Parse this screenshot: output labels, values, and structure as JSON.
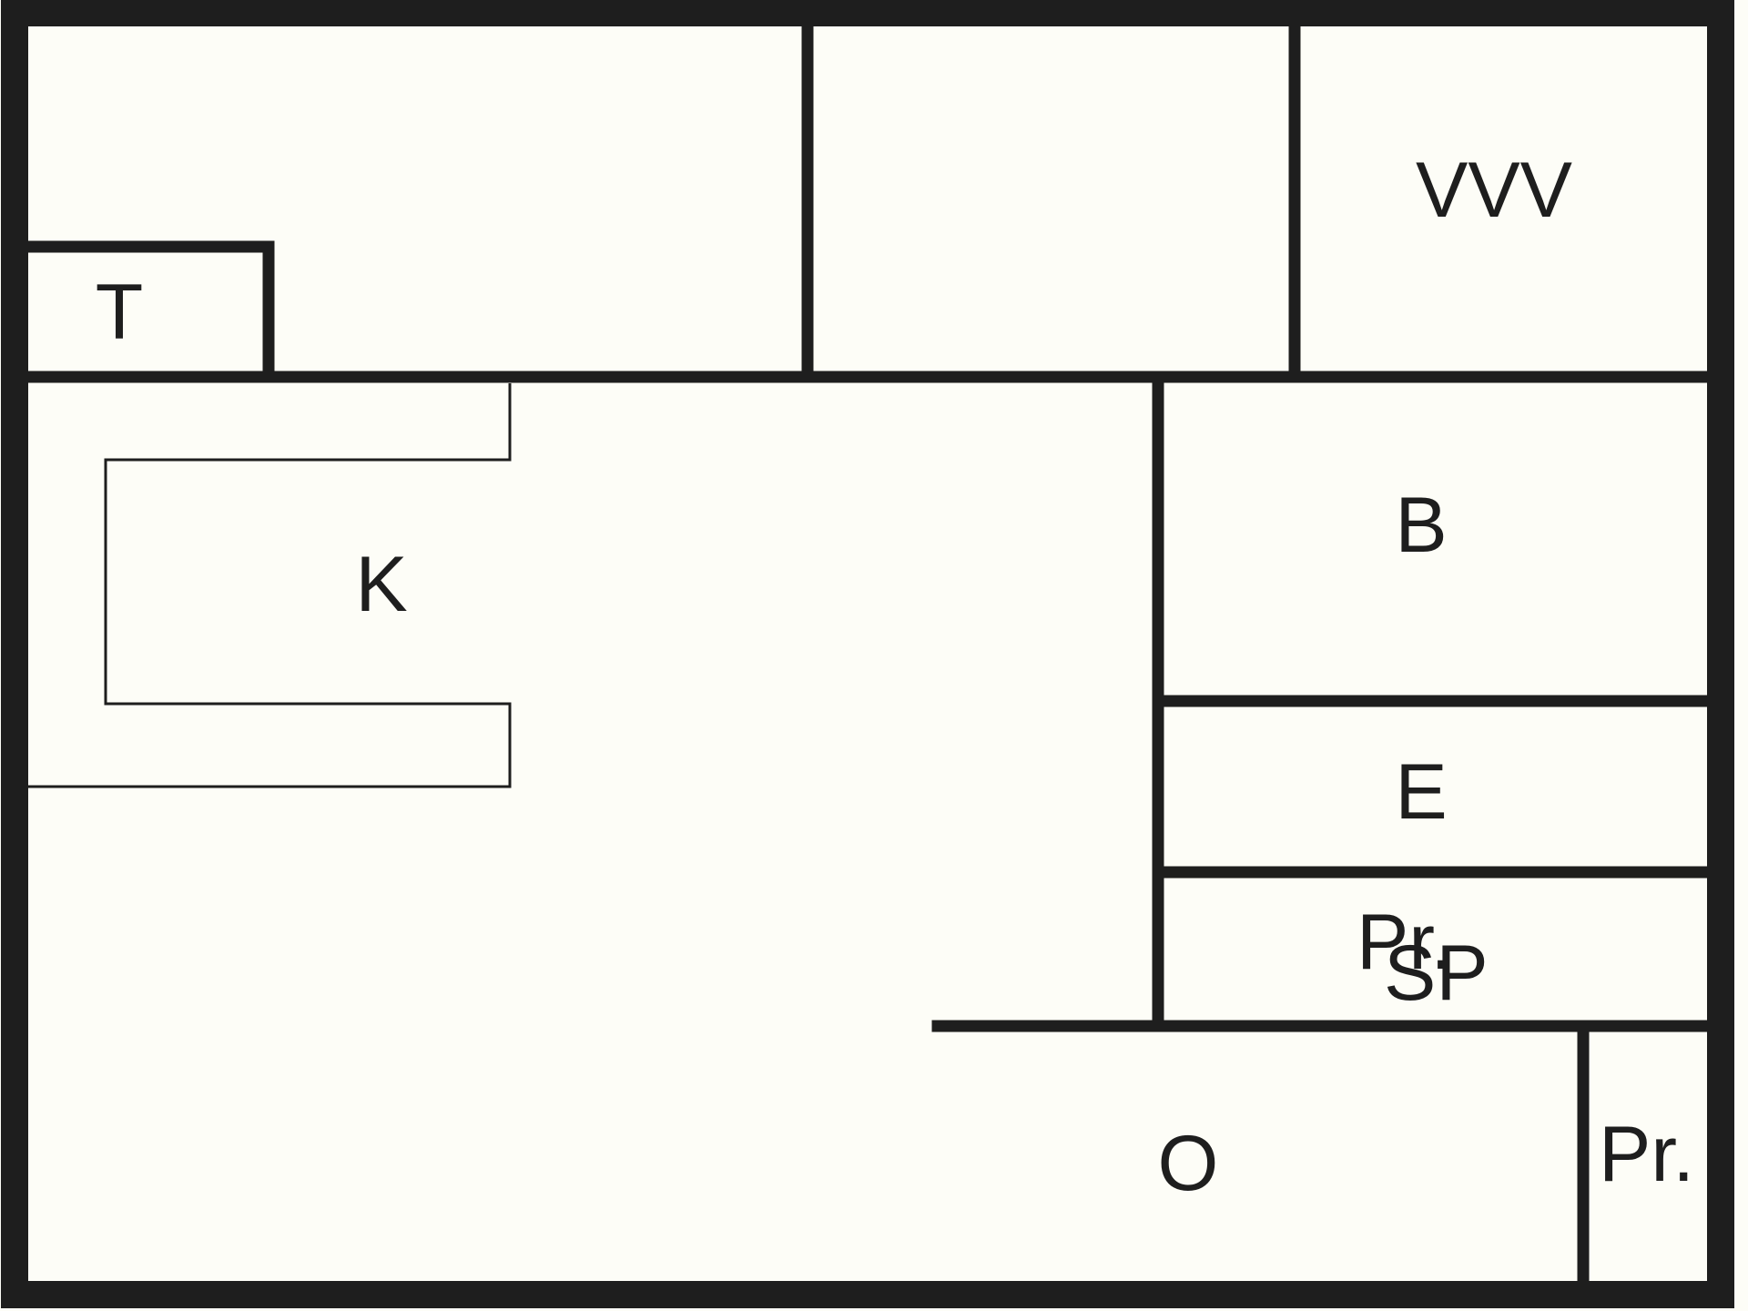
{
  "colors": {
    "background": "#fdfdf7",
    "wall": "#1e1e1e"
  },
  "rooms": {
    "top_right": "VVV",
    "small_left": "T",
    "counter": "K",
    "right_upper": "B",
    "right_middle": "E",
    "right_lower_back": "Pr.",
    "right_lower_front": "SP",
    "bottom": "O",
    "bottom_right": "Pr."
  }
}
